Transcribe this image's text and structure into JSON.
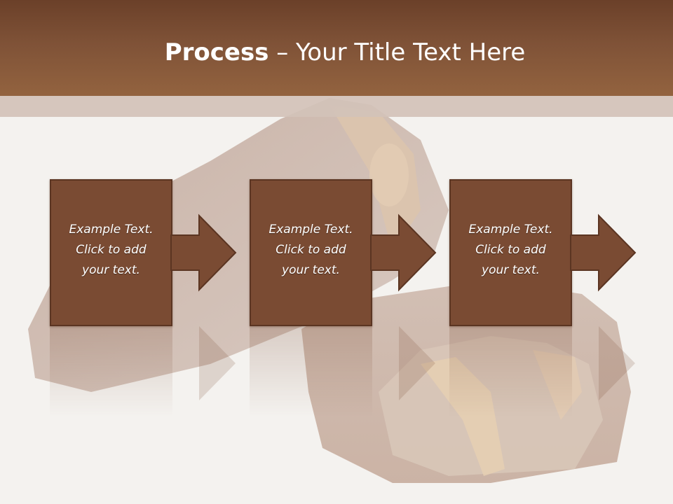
{
  "slide": {
    "title_bold": "Process",
    "title_rest": " – Your Title Text Here"
  },
  "steps": [
    {
      "line1": "Example Text.",
      "line2": "Click  to add",
      "line3": "your text."
    },
    {
      "line1": "Example Text.",
      "line2": "Click  to add",
      "line3": "your text."
    },
    {
      "line1": "Example Text.",
      "line2": "Click  to add",
      "line3": "your text."
    }
  ],
  "colors": {
    "title_bar": "#7f5237",
    "step_fill": "#7a4b33",
    "step_border": "#5b3522",
    "background": "#f4f2ef"
  }
}
